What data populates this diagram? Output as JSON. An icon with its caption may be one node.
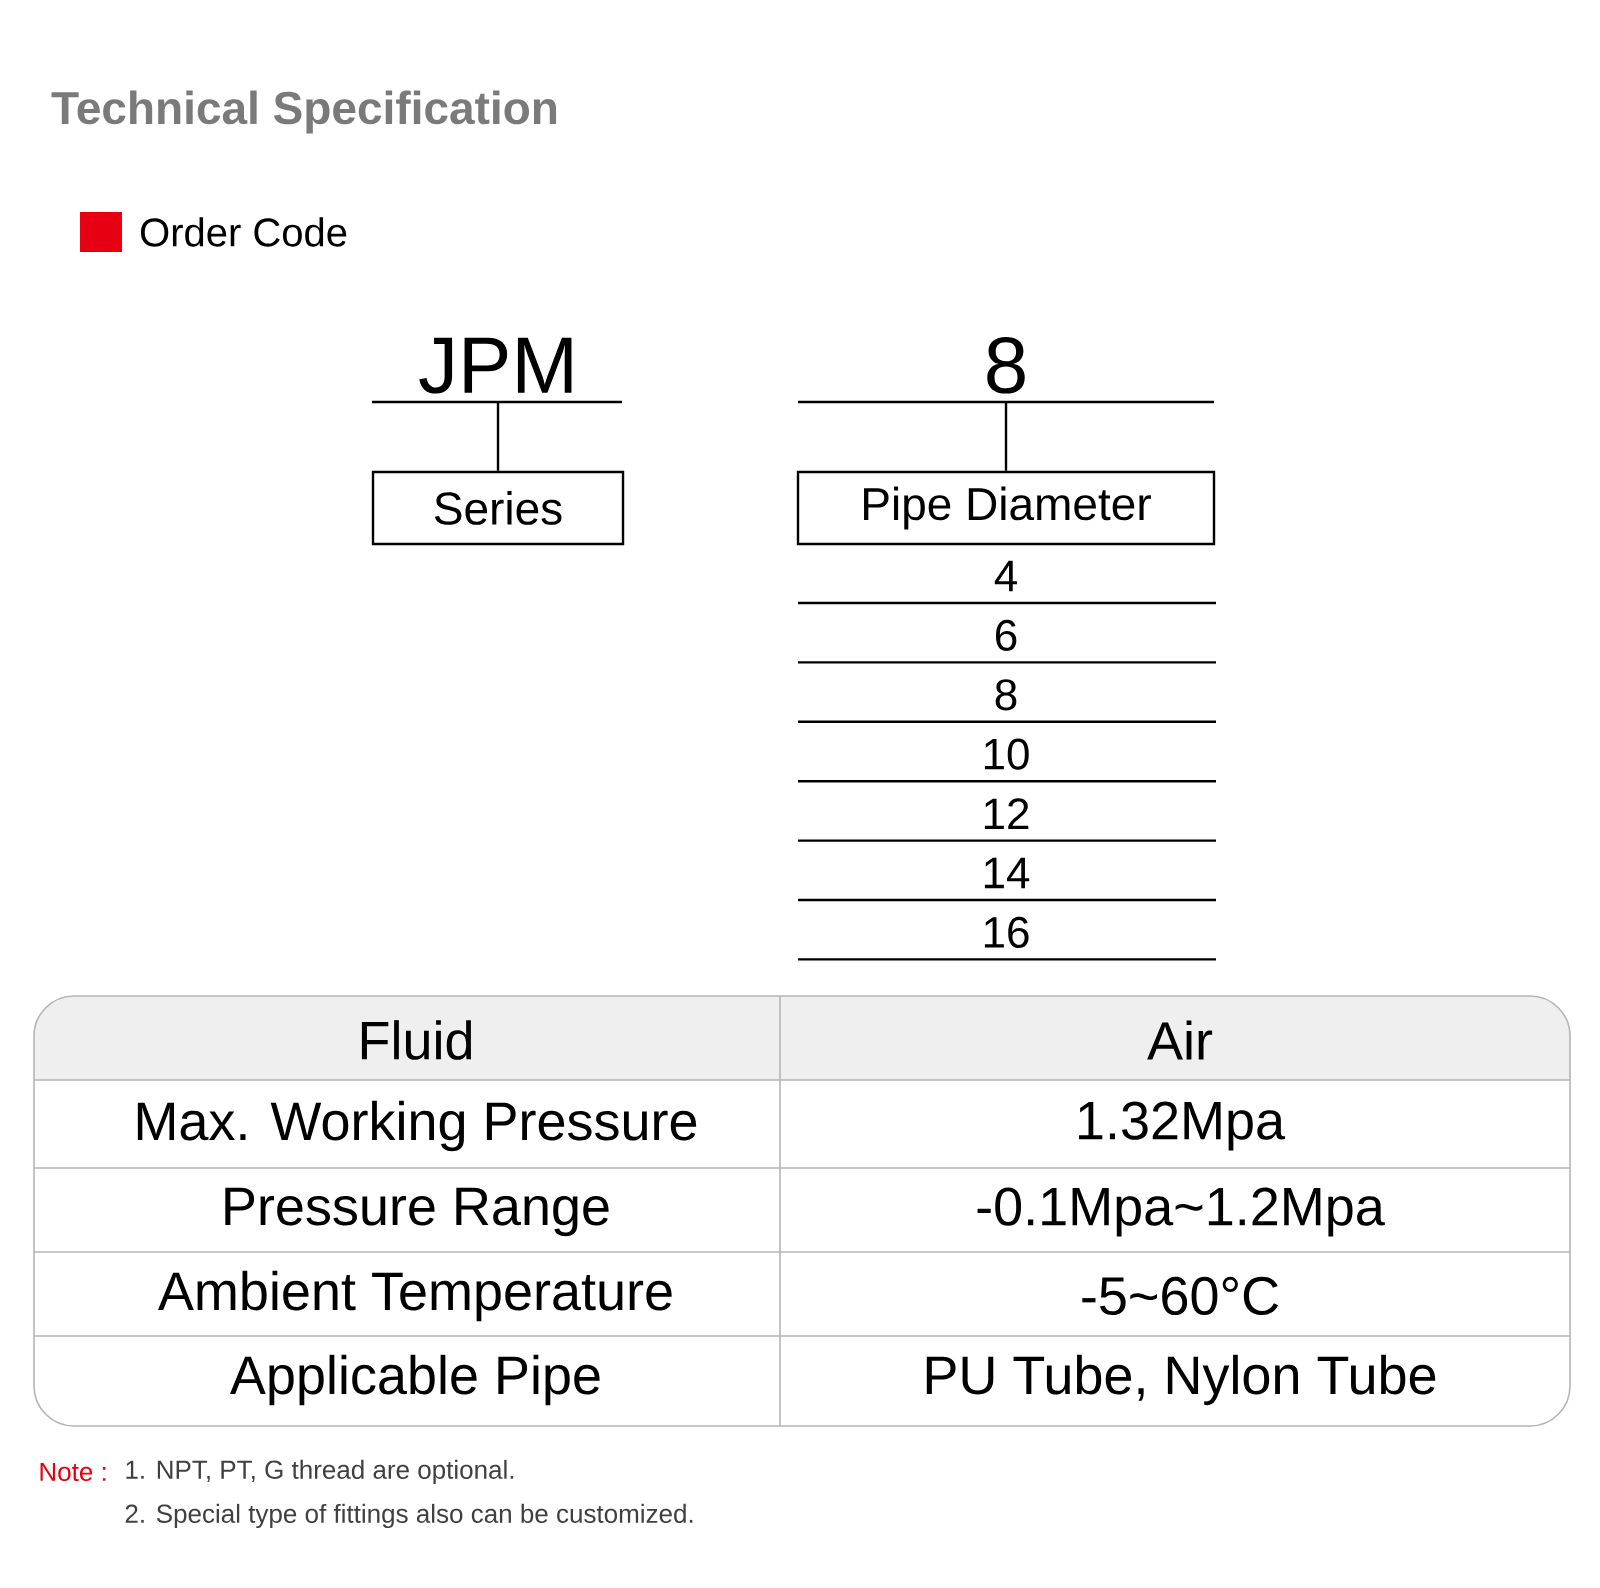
{
  "diagram": {
    "title": "Technical Specification",
    "nodes": [
      {
        "text": [
          "JPM"
        ]
      },
      {
        "text": [
          "Series"
        ]
      },
      {
        "text": [
          "8"
        ]
      },
      {
        "text": [
          "Pipe Diameter"
        ]
      }
    ],
    "edges": [
      {
        "from": 0,
        "to": 1,
        "arrow": "none"
      },
      {
        "from": 2,
        "to": 3,
        "arrow": "none"
      }
    ],
    "labels": [
      "Order Code",
      "4",
      "6",
      "8",
      "10",
      "12",
      "14",
      "16",
      "Fluid",
      "Air",
      "Max. Working Pressure",
      "1.32Mpa",
      "Pressure Range",
      "-0.1Mpa~1.2Mpa",
      "Ambient Temperature",
      "-5~60°C",
      "Applicable Pipe",
      "PU Tube, Nylon Tube",
      "Note :",
      "1. NPT, PT, G thread are optional.",
      "2. Special type of fittings also can be customized."
    ]
  }
}
